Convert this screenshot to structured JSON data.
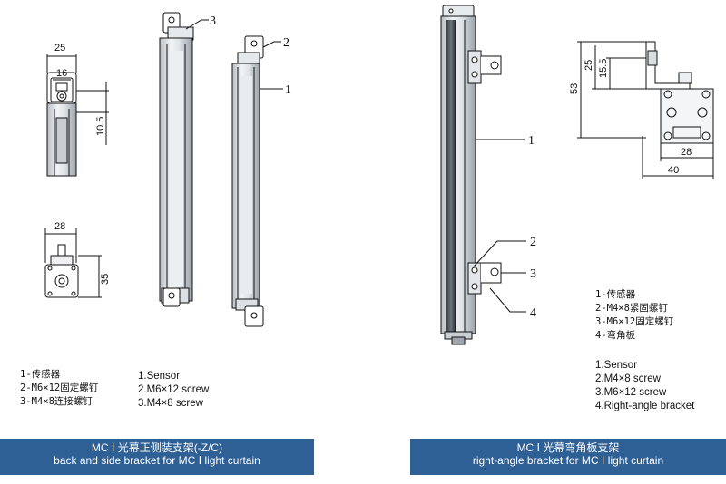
{
  "left_panel": {
    "dimensions": {
      "width_top": "25",
      "width_inner": "16",
      "height_small": "10.5",
      "width_bottom": "28",
      "height_bottom": "35"
    },
    "callouts": {
      "c1": "1",
      "c2": "2",
      "c3": "3"
    },
    "legend_cn": [
      "1-传感器",
      "2-M6×12固定螺钉",
      "3-M4×8连接螺钉"
    ],
    "legend_en": [
      "1.Sensor",
      "2.M6×12 screw",
      "3.M4×8 screw"
    ],
    "banner": {
      "line1": "MC Ⅰ 光幕正侧装支架(-Z/C)",
      "line2": "back and side bracket for MC  Ⅰ light curtain"
    }
  },
  "right_panel": {
    "dimensions": {
      "height_total": "53",
      "height_25": "25",
      "height_15_5": "15.5",
      "width_28": "28",
      "width_40": "40"
    },
    "callouts": {
      "c1": "1",
      "c2": "2",
      "c3": "3",
      "c4": "4"
    },
    "legend_cn": [
      "1-传感器",
      "2-M4×8紧固螺钉",
      "3-M6×12固定螺钉",
      "4-弯角板"
    ],
    "legend_en": [
      "1.Sensor",
      "2.M4×8 screw",
      "3.M6×12 screw",
      "4.Right-angle bracket"
    ],
    "banner": {
      "line1": "MC Ⅰ 光幕弯角板支架",
      "line2": "right-angle bracket for MC Ⅰ  light curtain"
    }
  },
  "colors": {
    "banner": "#2e5f95",
    "line": "#111111"
  }
}
